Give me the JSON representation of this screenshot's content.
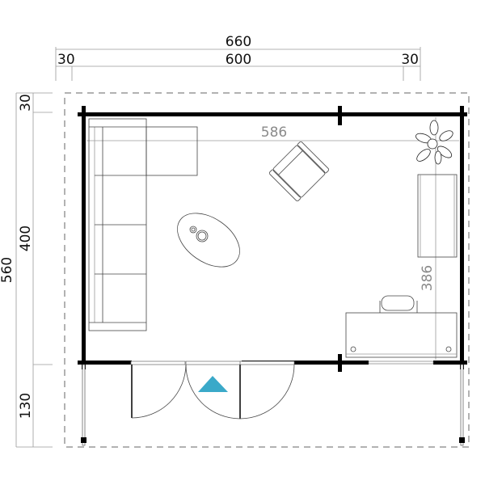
{
  "plan": {
    "type": "floor-plan",
    "dimensions": {
      "total_width": "660",
      "inner_width": "600",
      "overhang_left": "30",
      "overhang_right": "30",
      "total_depth": "560",
      "top_overhang": "30",
      "room_depth": "400",
      "porch_depth": "130",
      "interior_width": "586",
      "interior_depth": "386"
    },
    "furniture": [
      {
        "name": "l-shaped-sofa"
      },
      {
        "name": "armchair"
      },
      {
        "name": "oval-coffee-table"
      },
      {
        "name": "potted-plant"
      },
      {
        "name": "sideboard"
      },
      {
        "name": "desk"
      },
      {
        "name": "desk-chair"
      }
    ],
    "doors": [
      {
        "name": "double-door-left"
      },
      {
        "name": "double-door-right"
      }
    ],
    "entrance_marker_color": "#3aa9c9"
  }
}
